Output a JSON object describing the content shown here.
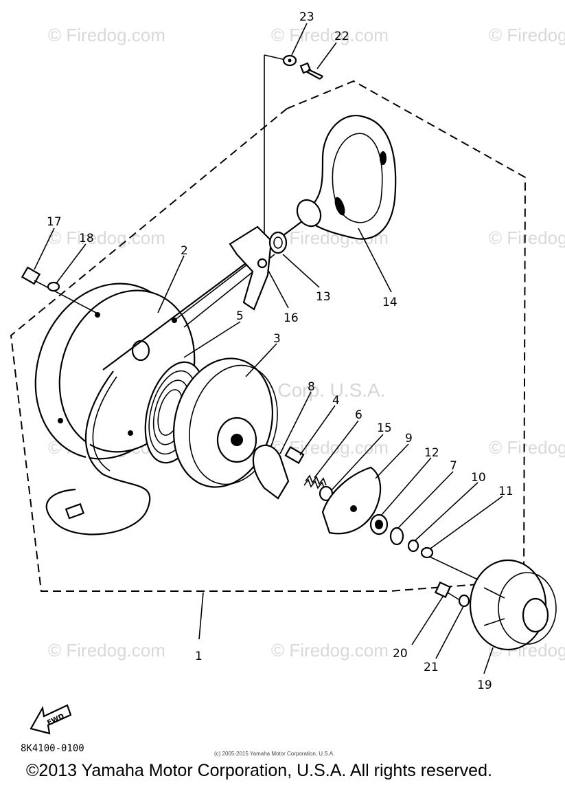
{
  "watermark": {
    "site": "© Firedog.com",
    "center": "Yamaha Motor Corp. U.S.A."
  },
  "part_numbers": [
    "1",
    "2",
    "3",
    "4",
    "5",
    "6",
    "7",
    "8",
    "9",
    "10",
    "11",
    "12",
    "13",
    "14",
    "15",
    "16",
    "17",
    "18",
    "19",
    "20",
    "21",
    "22",
    "23"
  ],
  "labels": {
    "p1": "1",
    "p2": "2",
    "p3": "3",
    "p4": "4",
    "p5": "5",
    "p6": "6",
    "p7": "7",
    "p8": "8",
    "p9": "9",
    "p10": "10",
    "p11": "11",
    "p12": "12",
    "p13": "13",
    "p14": "14",
    "p15": "15",
    "p16": "16",
    "p17": "17",
    "p18": "18",
    "p19": "19",
    "p20": "20",
    "p21": "21",
    "p22": "22",
    "p23": "23"
  },
  "fwd_label": "FWD",
  "diagram_code": "8K4100-0100",
  "small_copyright": "(c) 2005-2015 Yamaha Motor Corporation, U.S.A.",
  "copyright": "©2013 Yamaha Motor Corporation, U.S.A. All rights reserved.",
  "colors": {
    "ink": "#000000",
    "watermark": "#d9d9d9",
    "background": "#ffffff"
  }
}
